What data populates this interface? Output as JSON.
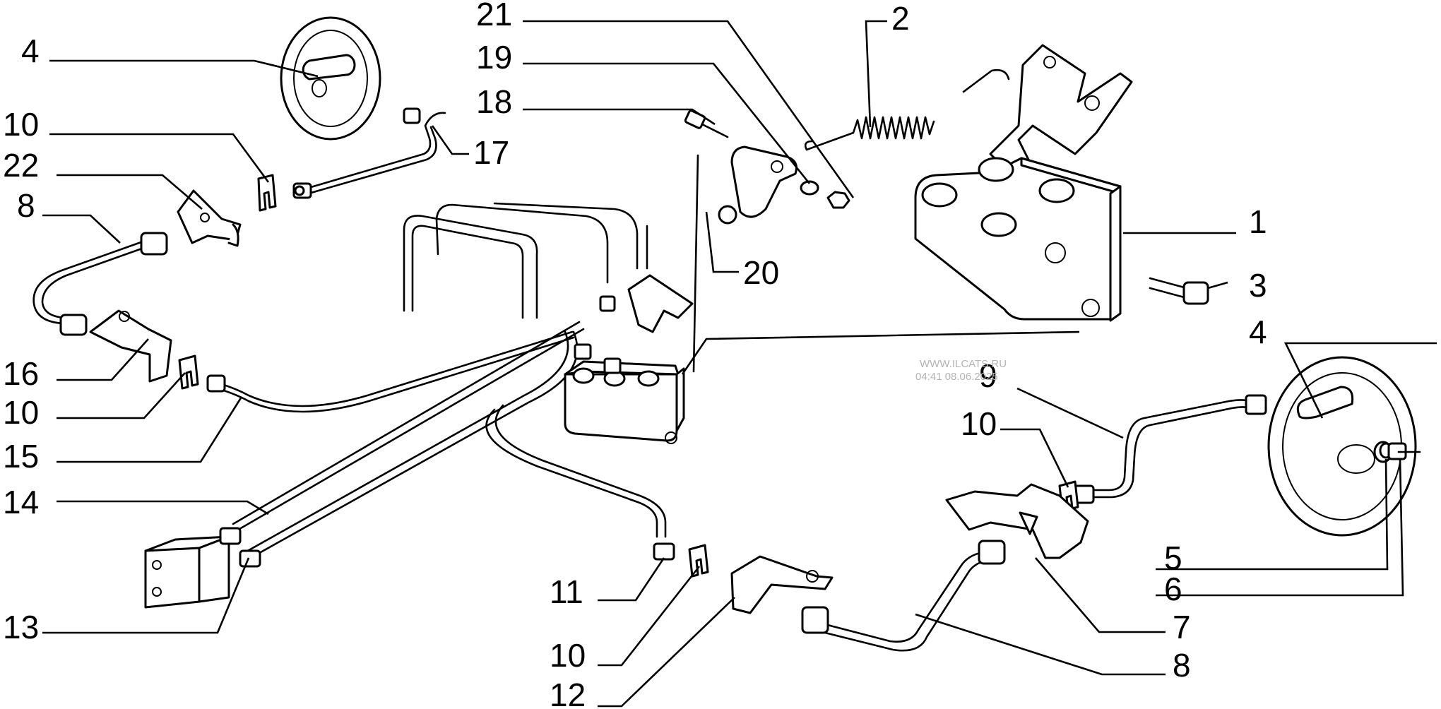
{
  "callouts": [
    {
      "id": "c4a",
      "label": "4"
    },
    {
      "id": "c10a",
      "label": "10"
    },
    {
      "id": "c22",
      "label": "22"
    },
    {
      "id": "c8a",
      "label": "8"
    },
    {
      "id": "c16",
      "label": "16"
    },
    {
      "id": "c10b",
      "label": "10"
    },
    {
      "id": "c15",
      "label": "15"
    },
    {
      "id": "c14",
      "label": "14"
    },
    {
      "id": "c13",
      "label": "13"
    },
    {
      "id": "c21",
      "label": "21"
    },
    {
      "id": "c19",
      "label": "19"
    },
    {
      "id": "c18",
      "label": "18"
    },
    {
      "id": "c17",
      "label": "17"
    },
    {
      "id": "c20",
      "label": "20"
    },
    {
      "id": "c2",
      "label": "2"
    },
    {
      "id": "c1",
      "label": "1"
    },
    {
      "id": "c3",
      "label": "3"
    },
    {
      "id": "c4b",
      "label": "4"
    },
    {
      "id": "c9",
      "label": "9"
    },
    {
      "id": "c10c",
      "label": "10"
    },
    {
      "id": "c5",
      "label": "5"
    },
    {
      "id": "c6",
      "label": "6"
    },
    {
      "id": "c7",
      "label": "7"
    },
    {
      "id": "c8b",
      "label": "8"
    },
    {
      "id": "c11",
      "label": "11"
    },
    {
      "id": "c10d",
      "label": "10"
    },
    {
      "id": "c12",
      "label": "12"
    }
  ],
  "watermark": {
    "line1": "WWW.ILCATS.RU",
    "line2": "04:41 08.06.2025"
  }
}
